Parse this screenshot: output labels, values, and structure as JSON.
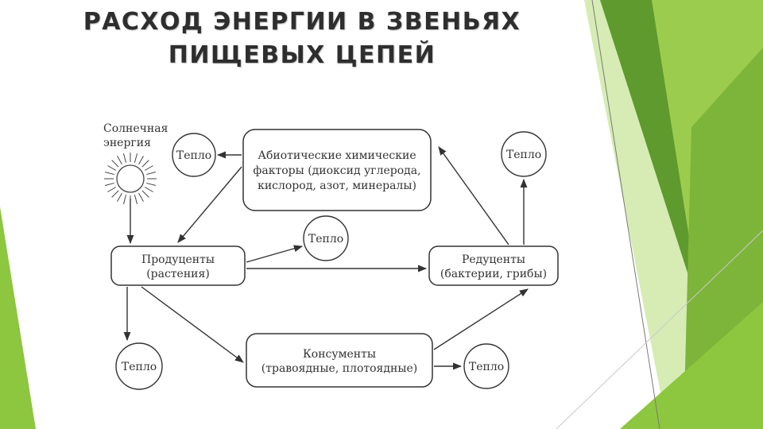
{
  "slide": {
    "title_line1": "РАСХОД ЭНЕРГИИ В ЗВЕНЬЯХ",
    "title_line2": "ПИЩЕВЫХ ЦЕПЕЙ"
  },
  "diagram": {
    "sun_label_line1": "Солнечная",
    "sun_label_line2": "энергия",
    "heat_label": "Тепло",
    "abiotic_line1": "Абиотические химические",
    "abiotic_line2": "факторы (диоксид углерода,",
    "abiotic_line3": "кислород, азот, минералы)",
    "producers_line1": "Продуценты",
    "producers_line2": "(растения)",
    "reducers_line1": "Редуценты",
    "reducers_line2": "(бактерии, грибы)",
    "consumers_line1": "Консументы",
    "consumers_line2": "(травоядные, плотоядные)"
  },
  "colors": {
    "accent_dark_green": "#4e8a26",
    "accent_light_green": "#8dc63f",
    "accent_pale_green": "#cde6a6",
    "title_text": "#2e2e2e",
    "diagram_stroke": "#333333"
  }
}
